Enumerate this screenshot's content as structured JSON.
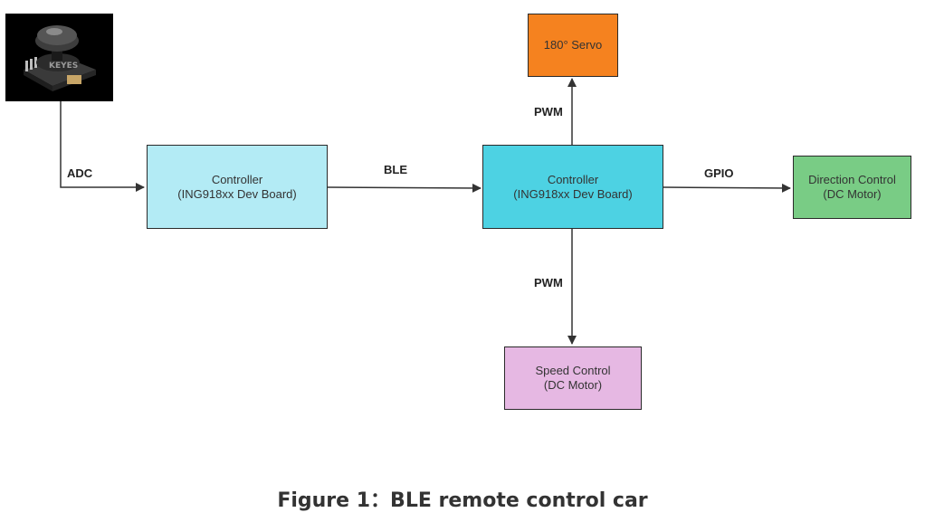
{
  "colors": {
    "controller_left": "#b3ebf5",
    "controller_main": "#4dd2e3",
    "servo": "#f5821f",
    "direction": "#79cc85",
    "speed": "#e6b8e3"
  },
  "nodes": {
    "joystick": {
      "icon": "joystick-module-photo",
      "watermark": "KEYES"
    },
    "controller_left": {
      "line1": "Controller",
      "line2": "(ING918xx Dev Board)"
    },
    "controller_main": {
      "line1": "Controller",
      "line2": "(ING918xx Dev Board)"
    },
    "servo": {
      "line1": "180° Servo"
    },
    "direction": {
      "line1": "Direction Control",
      "line2": "(DC Motor)"
    },
    "speed": {
      "line1": "Speed Control",
      "line2": "(DC Motor)"
    }
  },
  "edges": {
    "adc": "ADC",
    "ble": "BLE",
    "pwm_top": "PWM",
    "gpio": "GPIO",
    "pwm_bottom": "PWM"
  },
  "caption": "Figure 1：BLE remote control car"
}
